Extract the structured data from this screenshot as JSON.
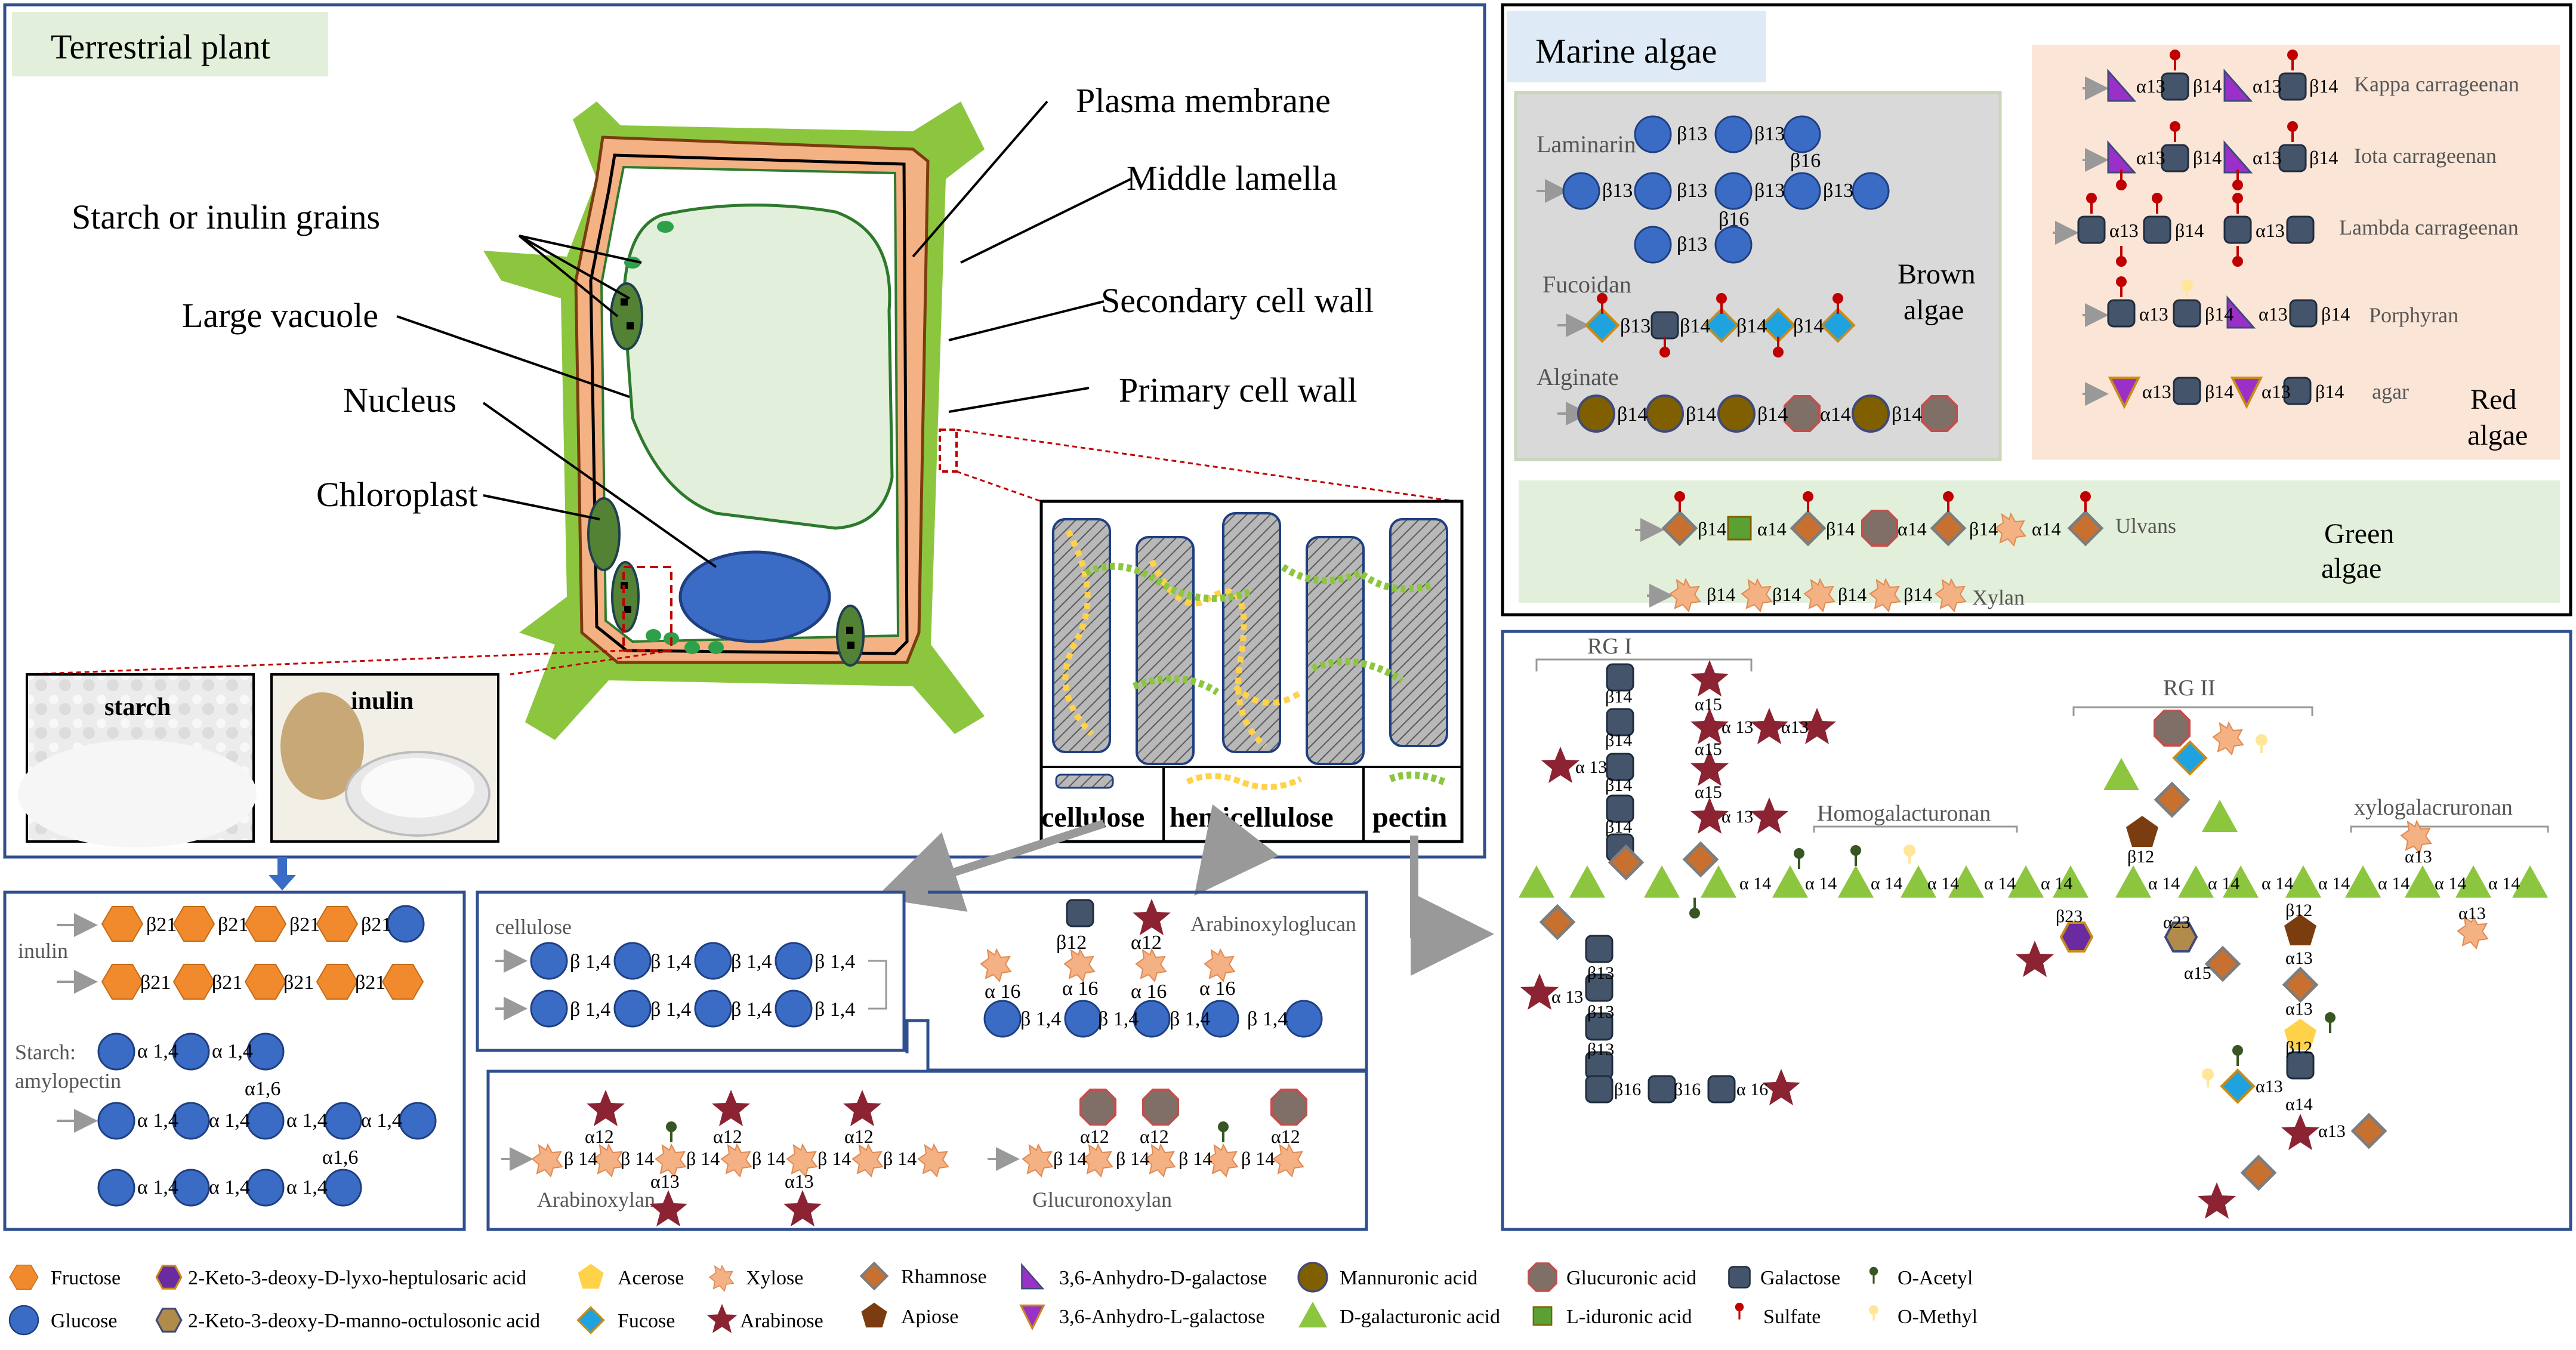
{
  "terrestrial": {
    "title": "Terrestrial plant",
    "labels": {
      "plasma": "Plasma membrane",
      "lamella": "Middle lamella",
      "grains": "Starch or inulin grains",
      "vacuole": "Large vacuole",
      "secondary": "Secondary cell wall",
      "nucleus": "Nucleus",
      "primary": "Primary cell wall",
      "chloroplast": "Chloroplast"
    },
    "photo_starch": "starch",
    "photo_inulin": "inulin",
    "wall_legend": [
      "cellulose",
      "hemicellulose",
      "pectin"
    ]
  },
  "marine": {
    "title": "Marine algae",
    "brown_title": "Brown\nalgae",
    "brown_line1": "Brown",
    "brown_line2": "algae",
    "red_line1": "Red",
    "red_line2": "algae",
    "green_line1": "Green",
    "green_line2": "algae",
    "brown": [
      "Laminarin",
      "Fucoidan",
      "Alginate"
    ],
    "red": [
      "Kappa carrageenan",
      "Iota carrageenan",
      "Lambda carrageenan",
      "Porphyran",
      "agar"
    ],
    "green": [
      "Ulvans",
      "Xylan"
    ]
  },
  "storage": {
    "inulin": "inulin",
    "starch1": "Starch:",
    "starch2": "amylopectin"
  },
  "wall": {
    "cellulose": "cellulose",
    "arabinoxyloglucan": "Arabinoxyloglucan",
    "arabinoxylan": "Arabinoxylan",
    "glucuronoxylan": "Glucuronoxylan"
  },
  "pectin": {
    "rg1": "RG I",
    "rg2": "RG II",
    "homogalacturonan": "Homogalacturonan",
    "xylogalacruronan": "xylogalacruronan"
  },
  "legend": [
    {
      "icon": "fructose",
      "label": "Fructose"
    },
    {
      "icon": "glucose",
      "label": "Glucose"
    },
    {
      "icon": "kdo-lyxo",
      "label": "2-Keto-3-deoxy-D-lyxo-heptulosaric acid"
    },
    {
      "icon": "kdo-manno",
      "label": "2-Keto-3-deoxy-D-manno-octulosonic acid"
    },
    {
      "icon": "acerose",
      "label": "Acerose"
    },
    {
      "icon": "fucose",
      "label": "Fucose"
    },
    {
      "icon": "xylose",
      "label": "Xylose"
    },
    {
      "icon": "arabinose",
      "label": "Arabinose"
    },
    {
      "icon": "rhamnose",
      "label": "Rhamnose"
    },
    {
      "icon": "apiose",
      "label": "Apiose"
    },
    {
      "icon": "anhydro-d",
      "label": "3,6-Anhydro-D-galactose"
    },
    {
      "icon": "anhydro-l",
      "label": "3,6-Anhydro-L-galactose"
    },
    {
      "icon": "mannuronic",
      "label": "Mannuronic acid"
    },
    {
      "icon": "galacturonic",
      "label": "D-galacturonic acid"
    },
    {
      "icon": "glucuronic",
      "label": "Glucuronic acid"
    },
    {
      "icon": "iduronic",
      "label": "L-iduronic acid"
    },
    {
      "icon": "galactose",
      "label": "Galactose"
    },
    {
      "icon": "sulfate",
      "label": "Sulfate"
    },
    {
      "icon": "o-acetyl",
      "label": "O-Acetyl"
    },
    {
      "icon": "o-methyl",
      "label": "O-Methyl"
    }
  ],
  "colors": {
    "glucose": "#3a6cc6",
    "fructose": "#f08a2c",
    "xylose": "#f4b183",
    "arabinose": "#8b2332",
    "rhamnose": "#c8702f",
    "apiose": "#7b3d10",
    "galactose": "#44546a",
    "galacturonic": "#8cc63f",
    "mannuronic": "#7f5f00",
    "glucuronic": "#7f6f66",
    "fucose": "#1fa3e0",
    "acerose": "#ffd24a",
    "anhydro": "#9b30c9",
    "kdo-lyxo": "#6a2aa0",
    "kdo-manno": "#b08b4a",
    "iduronic": "#5aa033",
    "sulfate": "#c00000",
    "o-acetyl": "#375623",
    "o-methyl": "#ffe699",
    "frame": "#2f4f8f"
  }
}
